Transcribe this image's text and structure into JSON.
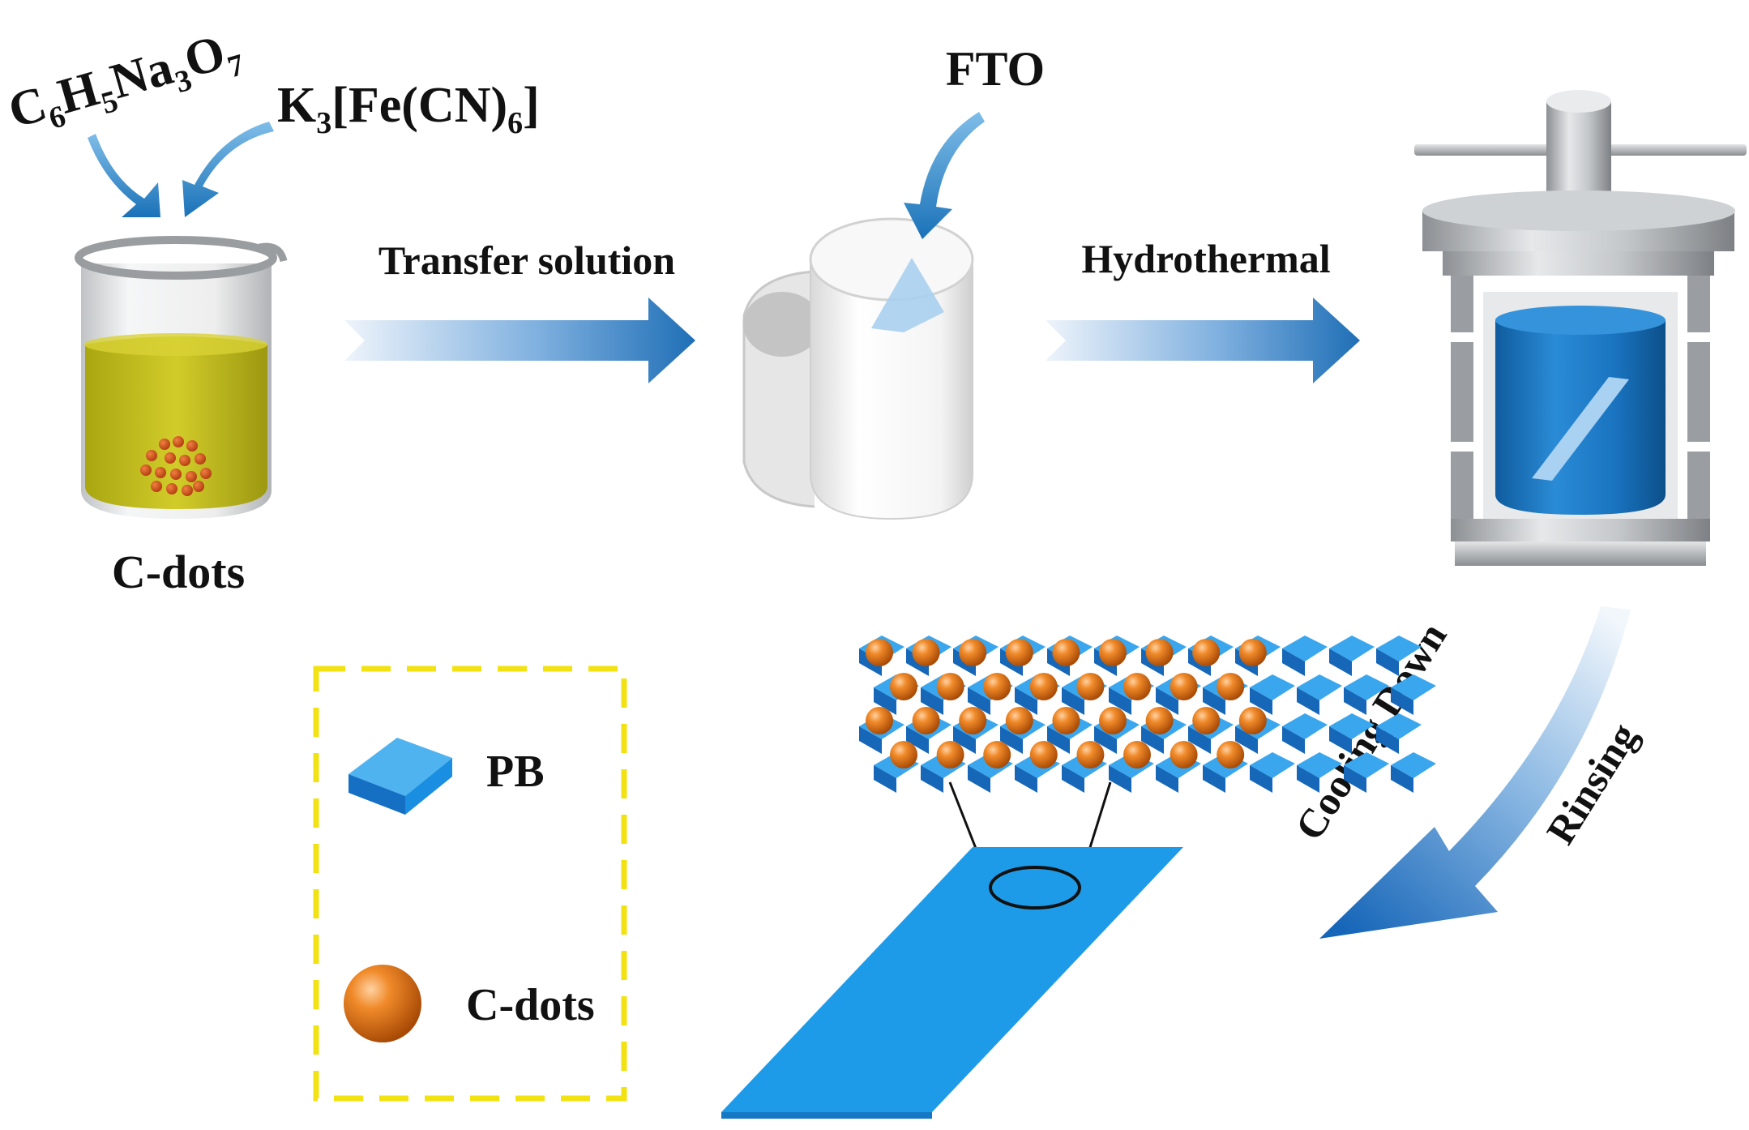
{
  "labels": {
    "reagent_citrate_prefix": "C",
    "reagent_citrate_sub1": "6",
    "reagent_citrate_h": "H",
    "reagent_citrate_sub2": "5",
    "reagent_citrate_na": "Na",
    "reagent_citrate_sub3": "3",
    "reagent_citrate_o": "O",
    "reagent_citrate_sub4": "7",
    "reagent_ferricyanide_k": "K",
    "reagent_ferricyanide_sub1": "3",
    "reagent_ferricyanide_mid": "[Fe(CN)",
    "reagent_ferricyanide_sub2": "6",
    "reagent_ferricyanide_end": "]",
    "beaker_label": "C-dots",
    "step_transfer": "Transfer solution",
    "step_hydrothermal": "Hydrothermal",
    "substrate_label": "FTO",
    "step_cooling": "Cooling Down",
    "step_rinsing": "Rinsing",
    "legend_pb": "PB",
    "legend_cdots": "C-dots"
  },
  "colors": {
    "arrow_blue": "#1f6fb6",
    "arrow_light": "#dbe8f5",
    "pb_blue": "#1f8fe0",
    "cdot_orange": "#e8741a",
    "solution_yellow": "#c9c21a",
    "legend_border": "#f0e010",
    "reactor_blue": "#1a79c4",
    "substrate_blue": "#1f9be8"
  },
  "icons": [
    "beaker-icon",
    "teflon-liner-icon",
    "autoclave-icon",
    "pb-cube-icon",
    "cdot-sphere-icon"
  ]
}
